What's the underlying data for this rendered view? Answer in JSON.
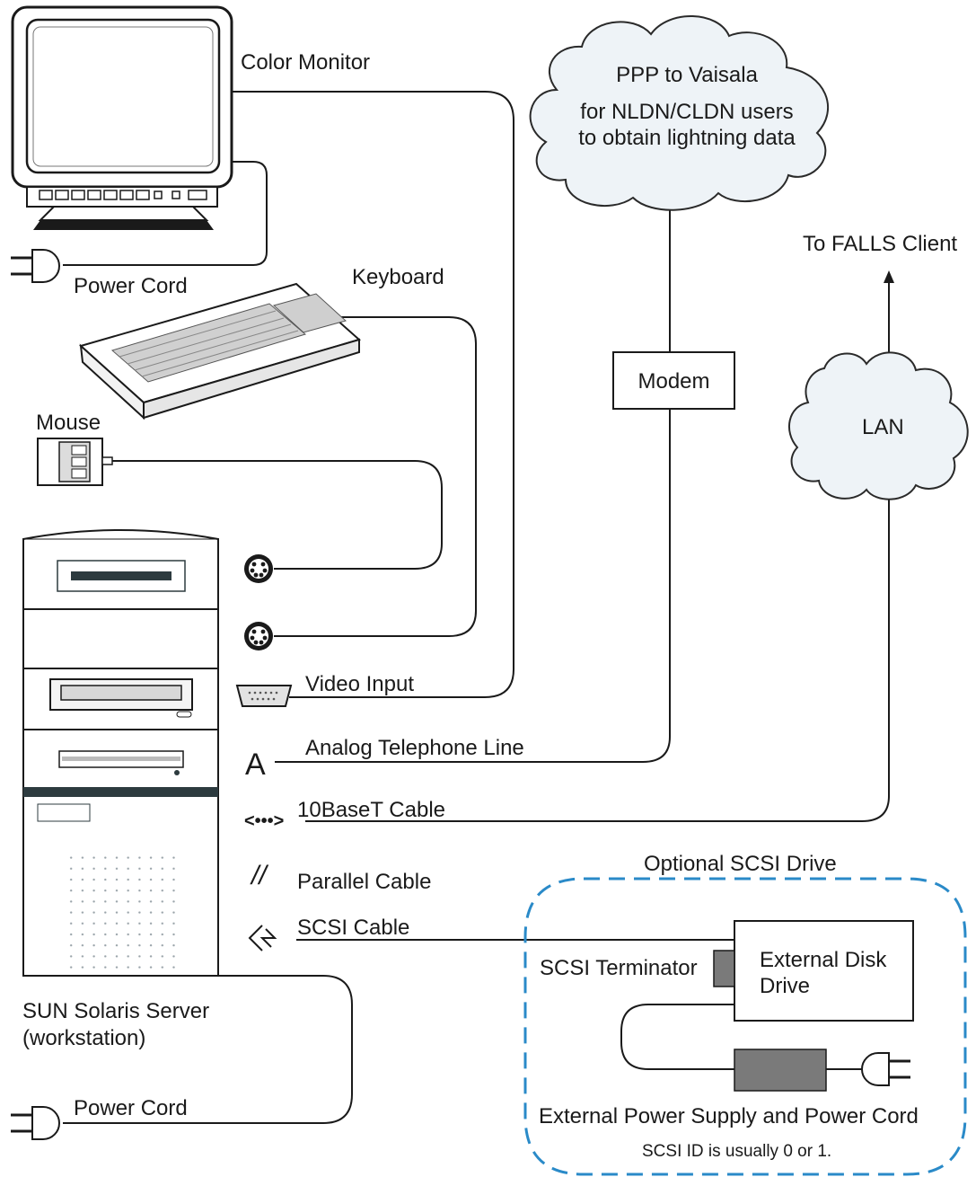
{
  "labels": {
    "color_monitor": "Color Monitor",
    "power_cord_top": "Power Cord",
    "keyboard": "Keyboard",
    "mouse": "Mouse",
    "ppp_line1": "PPP to Vaisala",
    "ppp_line2": "for NLDN/CLDN users",
    "ppp_line3": "to obtain lightning data",
    "to_falls_client": "To FALLS Client",
    "modem": "Modem",
    "lan": "LAN",
    "video_input": "Video Input",
    "analog_symbol": "A",
    "analog_telephone_line": "Analog Telephone Line",
    "tenbaset_symbol": "<•••>",
    "tenbaset_cable": "10BaseT Cable",
    "parallel_symbol": "//",
    "parallel_cable": "Parallel Cable",
    "scsi_cable": "SCSI Cable",
    "optional_scsi_drive": "Optional SCSI Drive",
    "scsi_terminator": "SCSI Terminator",
    "external_disk_line1": "External Disk",
    "external_disk_line2": "Drive",
    "external_power": "External Power Supply and Power Cord",
    "scsi_id_note": "SCSI ID is usually 0 or 1.",
    "server_line1": "SUN Solaris Server",
    "server_line2": "(workstation)",
    "power_cord_bottom": "Power Cord"
  },
  "colors": {
    "line": "#1a1a1a",
    "dash_box": "#2a8ac8",
    "cloud_fill": "#eef3f7",
    "cloud_stroke": "#2a2a2a",
    "device_gray": "#7a7a7a",
    "server_band": "#2d3b3f"
  }
}
